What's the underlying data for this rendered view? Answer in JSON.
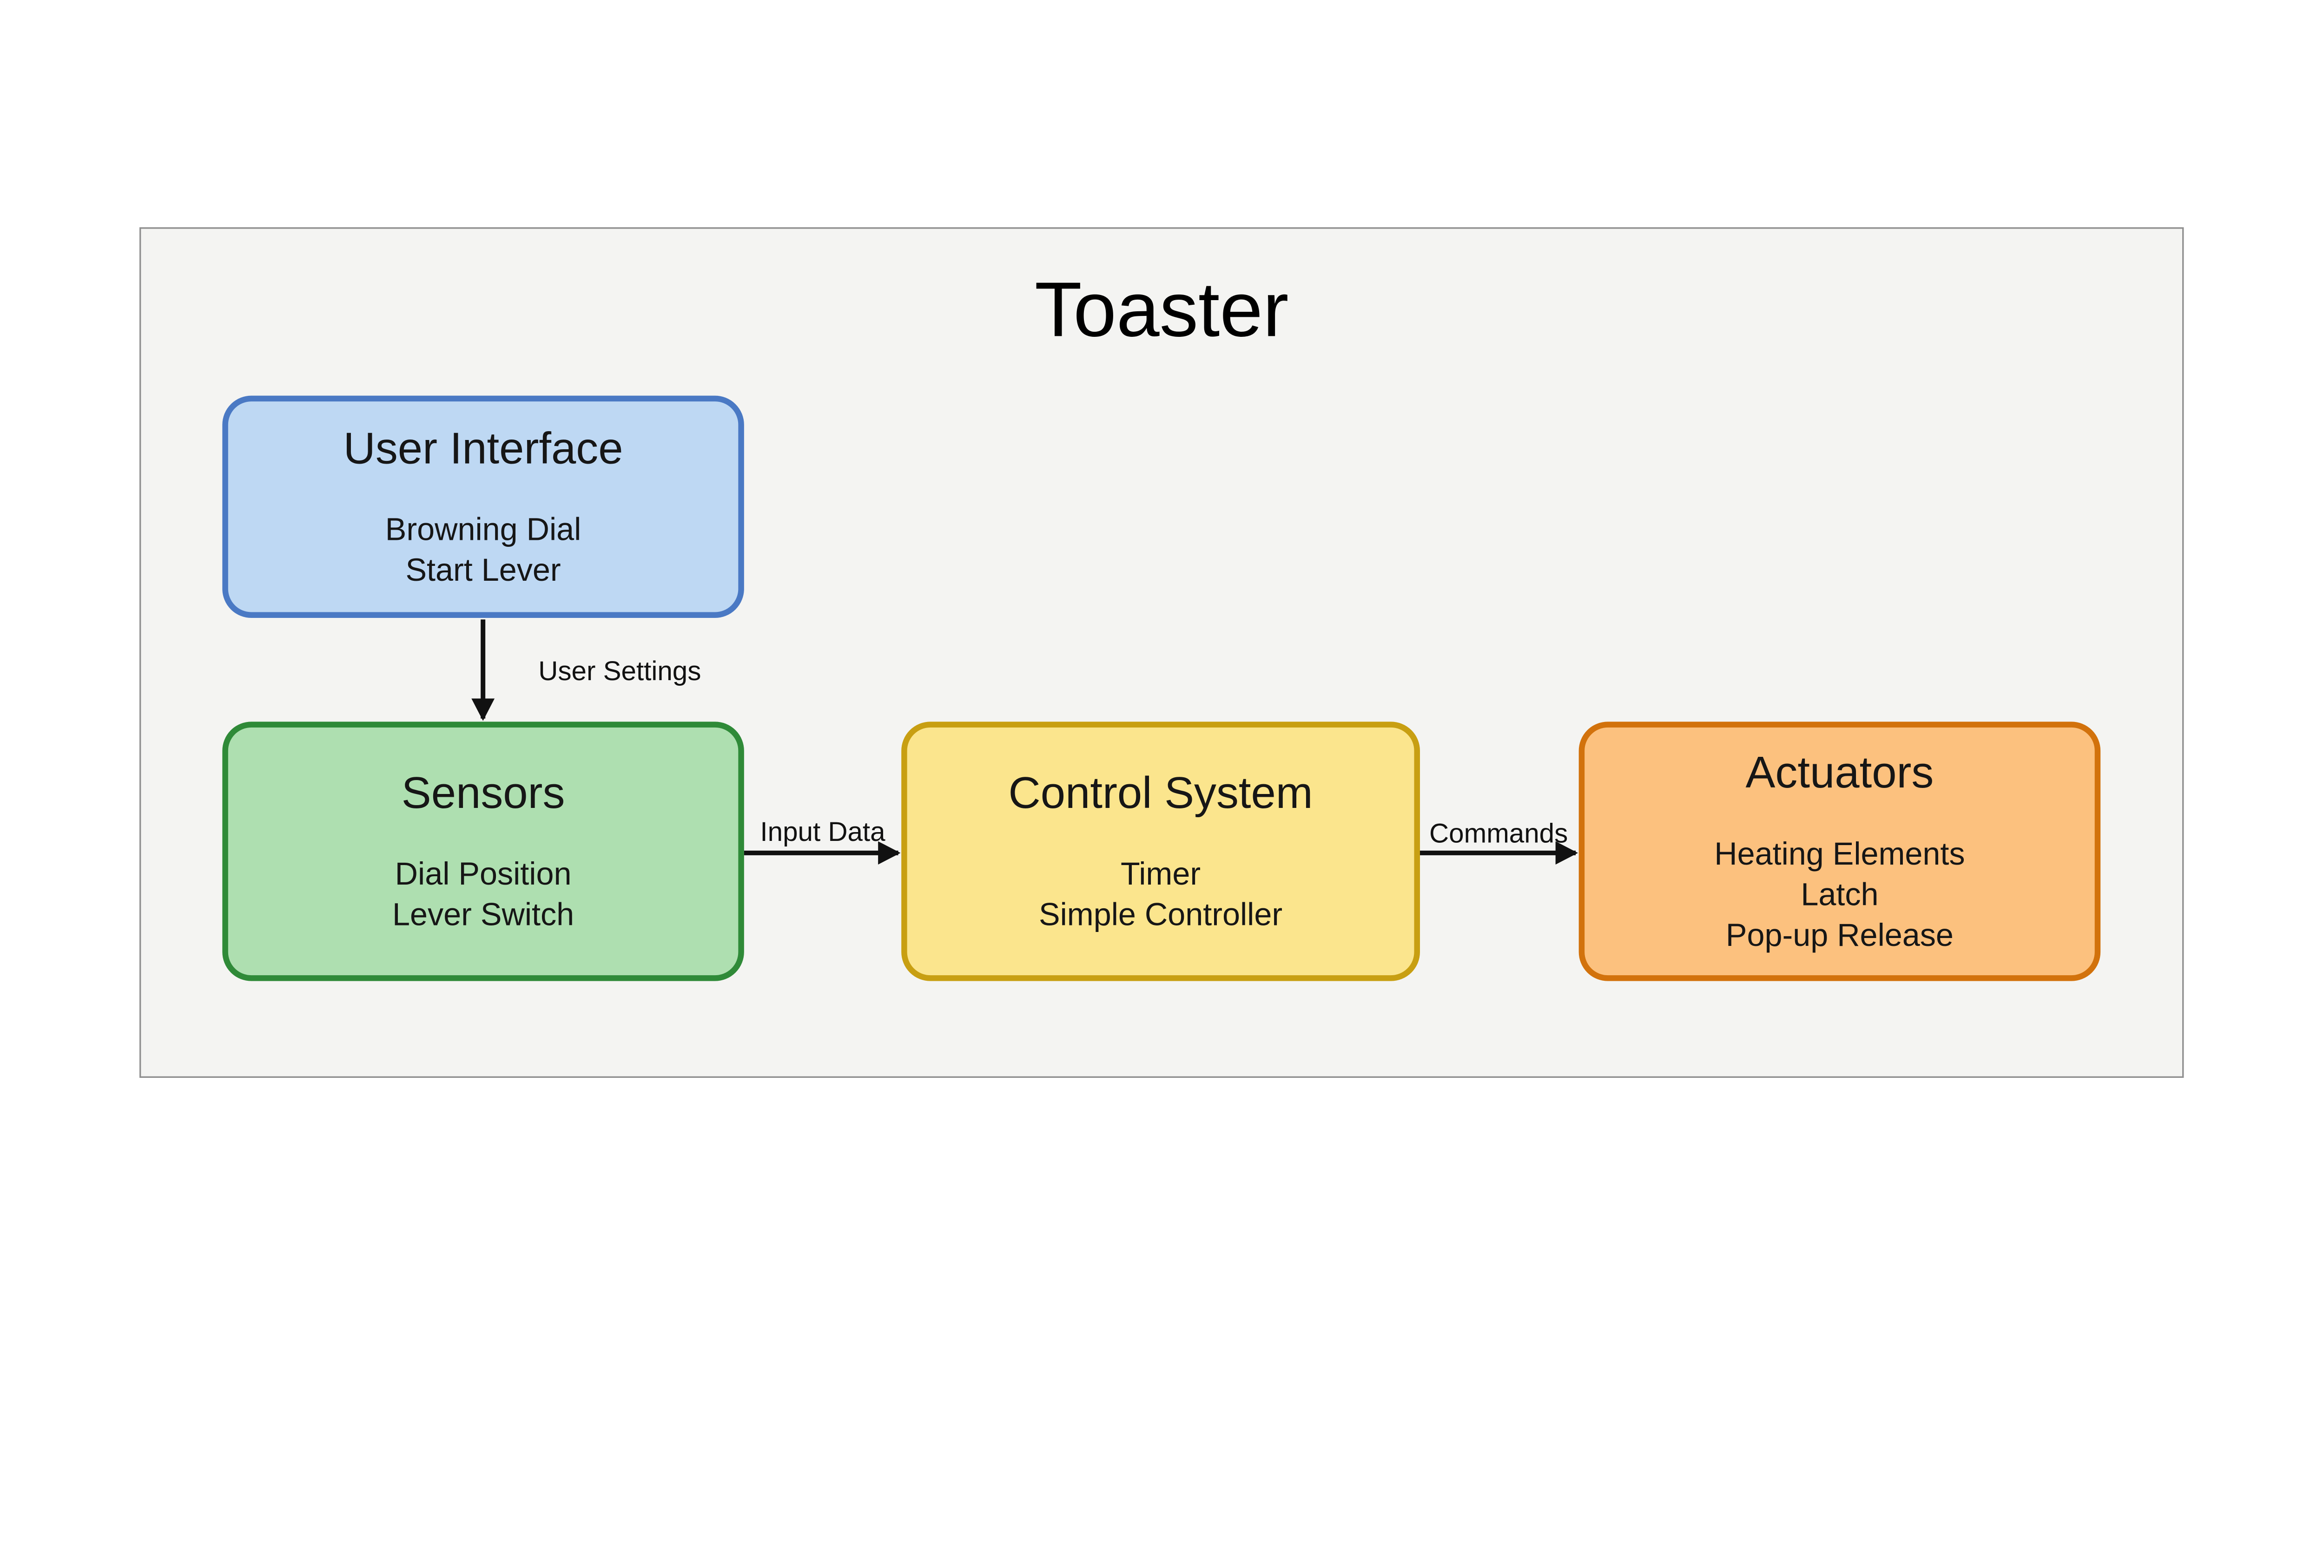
{
  "diagram": {
    "title": "Toaster",
    "nodes": [
      {
        "id": "user-interface",
        "title": "User Interface",
        "lines": [
          "Browning Dial",
          "Start Lever"
        ],
        "fill": "#bed8f3",
        "stroke": "#4a79c4"
      },
      {
        "id": "sensors",
        "title": "Sensors",
        "lines": [
          "Dial Position",
          "Lever Switch"
        ],
        "fill": "#aedfb0",
        "stroke": "#2f8a38"
      },
      {
        "id": "control-system",
        "title": "Control System",
        "lines": [
          "Timer",
          "Simple Controller"
        ],
        "fill": "#fbe58d",
        "stroke": "#c89f12"
      },
      {
        "id": "actuators",
        "title": "Actuators",
        "lines": [
          "Heating Elements",
          "Latch",
          "Pop-up Release"
        ],
        "fill": "#fcc17e",
        "stroke": "#d2720c"
      }
    ],
    "edges": [
      {
        "label": "User Settings",
        "from": "user-interface",
        "to": "sensors"
      },
      {
        "label": "Input Data",
        "from": "sensors",
        "to": "control-system"
      },
      {
        "label": "Commands",
        "from": "control-system",
        "to": "actuators"
      }
    ],
    "colors": {
      "page_background": "#ffffff",
      "frame_background": "#f4f4f2",
      "frame_border": "#8f8f8f",
      "arrow": "#111111",
      "text": "#161616"
    }
  }
}
